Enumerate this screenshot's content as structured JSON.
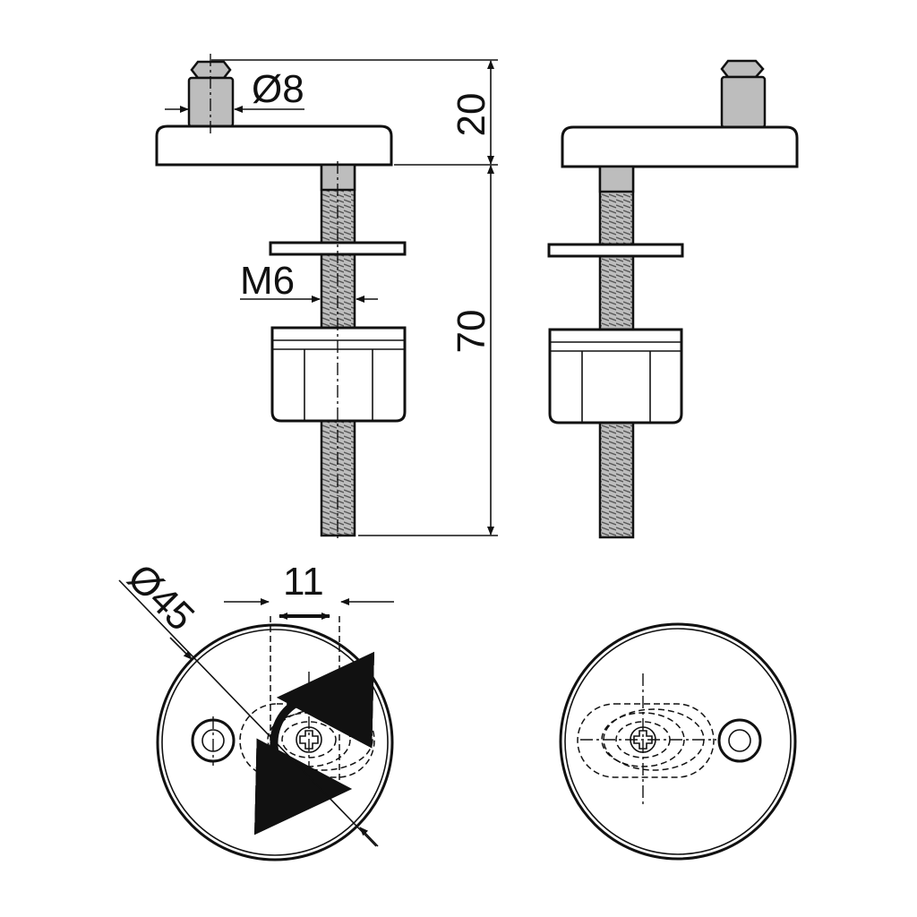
{
  "dimensions": {
    "pin_diameter": "Ø8",
    "pin_height": "20",
    "thread": "M6",
    "bolt_length": "70",
    "disc_diameter": "Ø45",
    "slot_adjust": "11"
  },
  "colors": {
    "line": "#111111",
    "metal": "#bdbdbd",
    "background": "#ffffff"
  }
}
